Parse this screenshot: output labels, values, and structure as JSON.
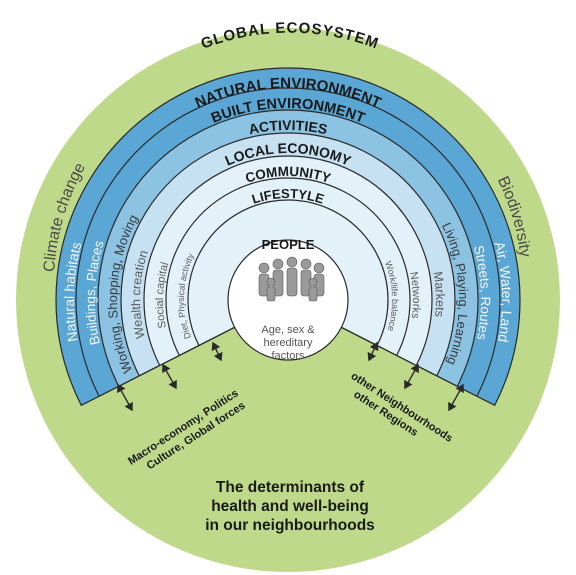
{
  "colors": {
    "outer": "#bfd98a",
    "dark_blue": "#5aa6d4",
    "mid_blue": "#8cc3e3",
    "light_blue": "#c5e1f2",
    "pale_blue": "#e3f1f9",
    "center": "#ffffff",
    "line": "#2a2a2a"
  },
  "outer_label": "GLOBAL ECOSYSTEM",
  "sides": {
    "left": "Climate change",
    "right": "Biodiversity"
  },
  "rings": [
    {
      "title": "NATURAL ENVIRONMENT",
      "left": "Natural habitats",
      "right": "Air, Water, Land"
    },
    {
      "title": "BUILT ENVIRONMENT",
      "left": "Buildings, Places",
      "right": "Streets, Routes"
    },
    {
      "title": "ACTIVITIES",
      "left": "Working, Shopping, Moving",
      "right": "Living, Playing, Learning"
    },
    {
      "title": "LOCAL ECONOMY",
      "left": "Wealth creation",
      "right": "Markets"
    },
    {
      "title": "COMMUNITY",
      "left": "Social capital",
      "right": "Networks"
    },
    {
      "title": "LIFESTYLE",
      "left": "Diet, Physical activity",
      "right": "Work/life balance"
    }
  ],
  "people": {
    "title": "PEOPLE",
    "lines": [
      "Age, sex &",
      "hereditary",
      "factors"
    ]
  },
  "forces_left": [
    "Macro-economy, Politics",
    "Culture, Global forces"
  ],
  "forces_right": [
    "other Neighbourhoods",
    "other Regions"
  ],
  "caption": [
    "The determinants of",
    "health and well-being",
    "in our neighbourhoods"
  ]
}
